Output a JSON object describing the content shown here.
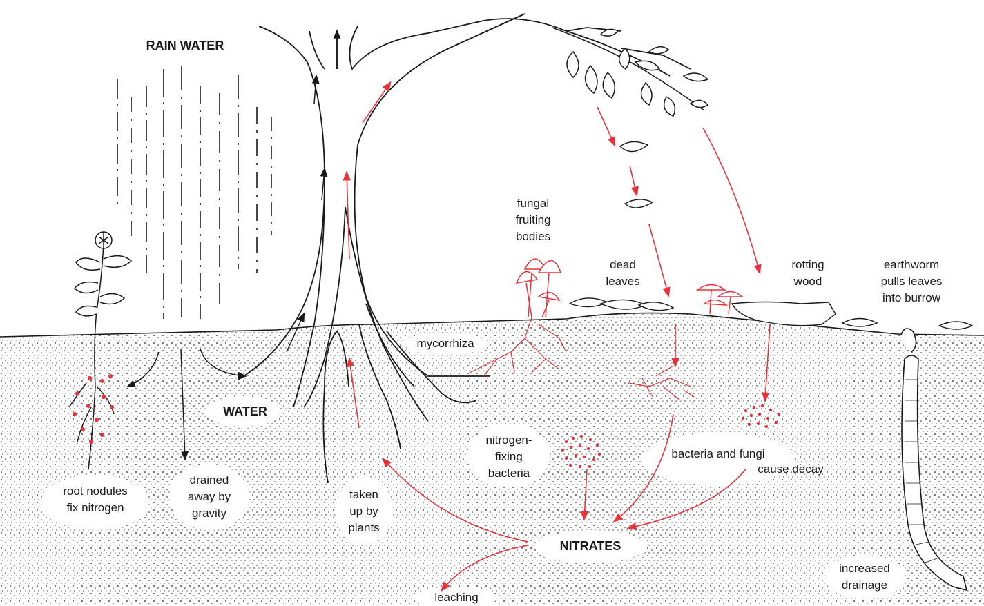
{
  "labels": {
    "rain_water": "RAIN WATER",
    "water": "WATER",
    "nitrates": "NITRATES",
    "fungal_fruiting_bodies": [
      "fungal",
      "fruiting",
      "bodies"
    ],
    "dead_leaves": [
      "dead",
      "leaves"
    ],
    "rotting_wood": [
      "rotting",
      "wood"
    ],
    "earthworm": [
      "earthworm",
      "pulls leaves",
      "into burrow"
    ],
    "mycorrhiza": "mycorrhiza",
    "nitrogen_fixing_bacteria": [
      "nitrogen-",
      "fixing",
      "bacteria"
    ],
    "bacteria_and_fungi": "bacteria and fungi",
    "cause_decay": "cause decay",
    "root_nodules": [
      "root nodules",
      "fix nitrogen"
    ],
    "drained_away": [
      "drained",
      "away by",
      "gravity"
    ],
    "taken_up": [
      "taken",
      "up by",
      "plants"
    ],
    "leaching": "leaching",
    "increased_drainage": [
      "increased",
      "drainage"
    ]
  },
  "colors": {
    "ink": "#1a1a1a",
    "accent_red": "#e8323c",
    "background": "#ffffff"
  }
}
